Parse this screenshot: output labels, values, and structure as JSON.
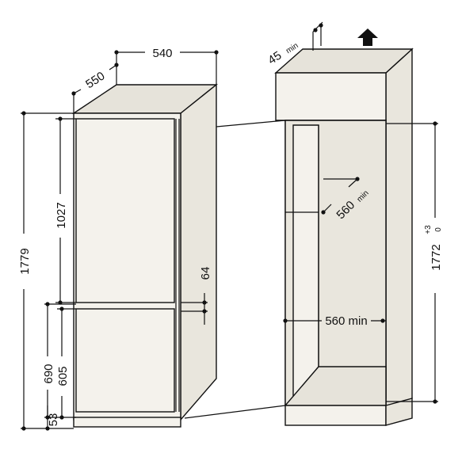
{
  "dimensions": {
    "fridge_width": "540",
    "fridge_depth": "550",
    "fridge_height": "1779",
    "fridge_upper_section": "1027",
    "fridge_lower_690": "690",
    "fridge_lower_605": "605",
    "fridge_plinth": "53",
    "door_gap": "64",
    "vent_clearance": "45",
    "vent_clearance_unit": "min",
    "niche_depth": "560",
    "niche_depth_unit": "min",
    "niche_width": "560 min",
    "niche_height": "1772",
    "niche_height_tol_plus": "+3",
    "niche_height_tol_minus": "0"
  },
  "icons": {
    "airflow": "up-arrow-icon"
  }
}
